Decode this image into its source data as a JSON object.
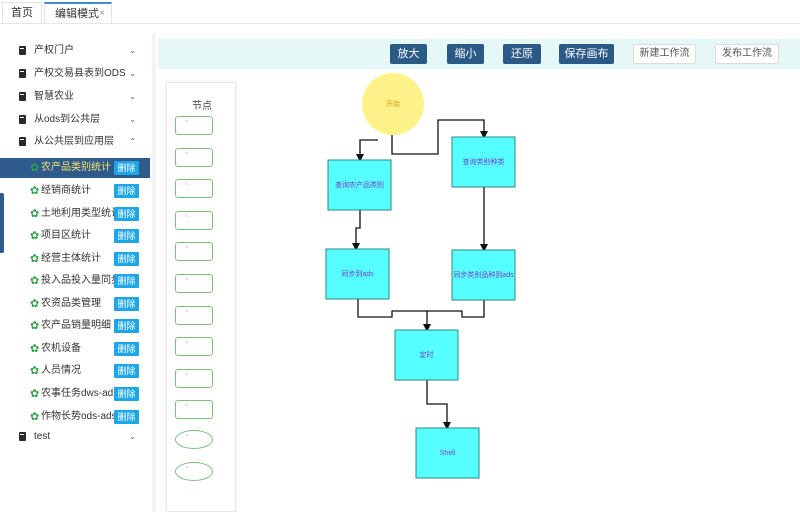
{
  "tabs": [
    {
      "label": "首页",
      "active": false
    },
    {
      "label": "编辑模式",
      "active": true,
      "close": "×"
    }
  ],
  "sidebar": {
    "menus": [
      {
        "label": "产权门户",
        "chevron": "⌄"
      },
      {
        "label": "产权交易县表到ODS",
        "chevron": "⌄"
      },
      {
        "label": "智慧农业",
        "chevron": "⌄"
      },
      {
        "label": "从ods到公共层",
        "chevron": "⌄"
      },
      {
        "label": "从公共层到应用层",
        "chevron": "⌃"
      }
    ],
    "subitems": [
      {
        "label": "农产品类别统计",
        "selected": true
      },
      {
        "label": "经销商统计"
      },
      {
        "label": "土地利用类型统计"
      },
      {
        "label": "项目区统计"
      },
      {
        "label": "经营主体统计"
      },
      {
        "label": "投入品投入量同步"
      },
      {
        "label": "农资品类管理"
      },
      {
        "label": "农产品销量明细"
      },
      {
        "label": "农机设备"
      },
      {
        "label": "人员情况"
      },
      {
        "label": "农事任务dws-ads"
      },
      {
        "label": "作物长势ods-ads"
      }
    ],
    "delete_label": "删除",
    "last_menu": {
      "label": "test",
      "chevron": "⌄"
    }
  },
  "toolbar": {
    "zoom_in": "放大",
    "zoom_out": "缩小",
    "restore": "还原",
    "save_canvas": "保存画布",
    "new_workflow": "新建工作流",
    "publish_workflow": "发布工作流"
  },
  "palette": {
    "title": "节点",
    "rect_nodes": 10,
    "ellipse_nodes": 2,
    "node_hint": "~"
  },
  "flow": {
    "start": "开始",
    "nodes": {
      "query_agri": "查询农产品类别",
      "query_type": "查询类别种类",
      "sync_ads": "同步到ads",
      "sync_type_ads": "同步类别品种到ads",
      "timer": "定时",
      "shell": "Shell"
    },
    "colors": {
      "start_fill": "#fdf28a",
      "node_fill": "#55ffff",
      "node_stroke": "#2a8a7a",
      "edge": "#111111"
    }
  }
}
